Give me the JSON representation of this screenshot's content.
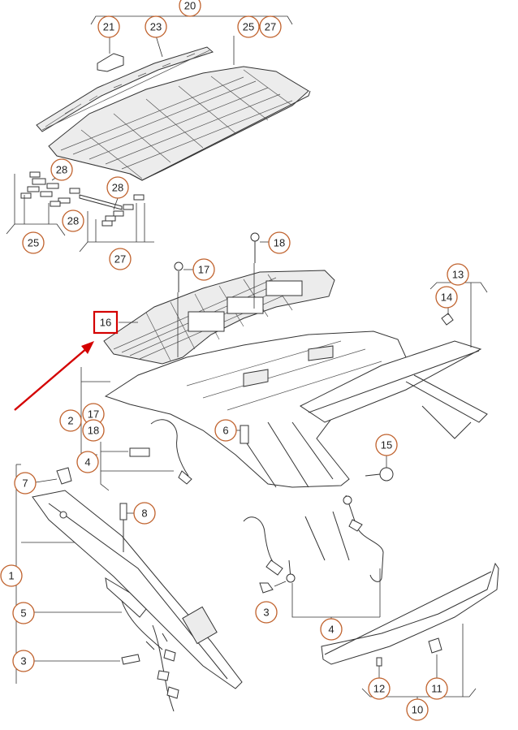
{
  "callouts": {
    "c20": "20",
    "c21": "21",
    "c23": "23",
    "c25a": "25",
    "c27a": "27",
    "c28a": "28",
    "c28b": "28",
    "c28c": "28",
    "c25b": "25",
    "c27b": "27",
    "c18": "18",
    "c17a": "17",
    "c13": "13",
    "c14": "14",
    "c16": "16",
    "c2": "2",
    "c17b": "17",
    "c18b": "18",
    "c6": "6",
    "c15": "15",
    "c4a": "4",
    "c7": "7",
    "c8": "8",
    "c1": "1",
    "c5": "5",
    "c3a": "3",
    "c3b": "3",
    "c4b": "4",
    "c12": "12",
    "c11": "11",
    "c10": "10"
  },
  "colors": {
    "callout_ring": "#c0622d",
    "highlight_box": "#d40000",
    "arrow": "#d40000",
    "line": "#333333"
  }
}
